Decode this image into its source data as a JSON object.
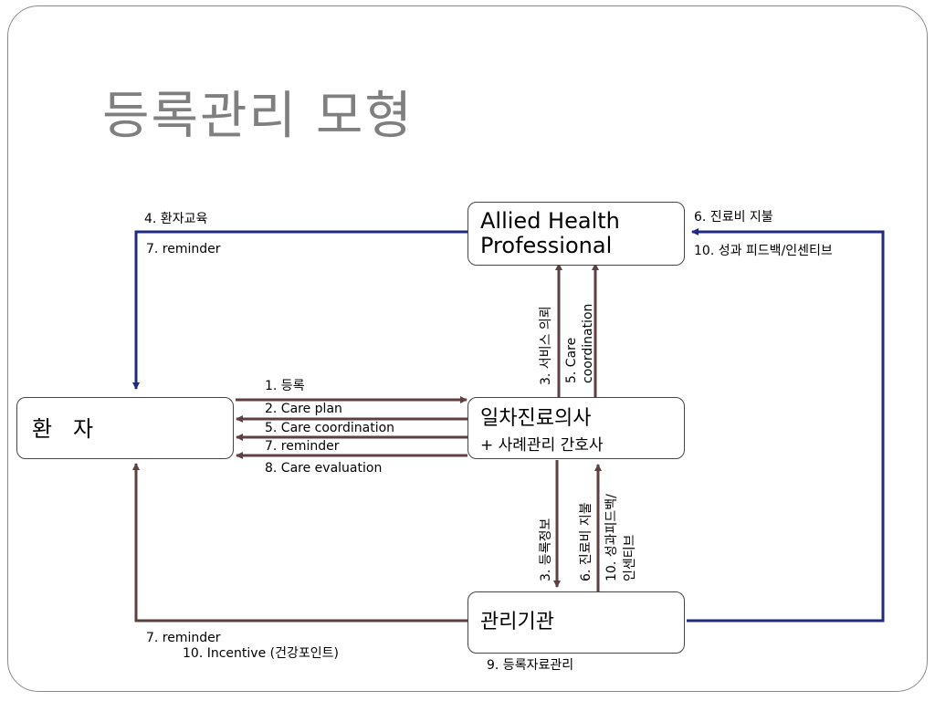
{
  "title": "등록관리 모형",
  "nodes": {
    "allied": {
      "line1": "Allied Health",
      "line2": "Professional"
    },
    "patient": {
      "label": "환   자"
    },
    "primary": {
      "line1": "일차진료의사",
      "line2": "+ 사례관리 간호사"
    },
    "agency": {
      "label": "관리기관"
    }
  },
  "labels": {
    "edu": "4. 환자교육",
    "reminder_top": "7. reminder",
    "pay_top": "6. 진료비 지불",
    "feedback_top": "10. 성과 피드백/인센티브",
    "reg": "1. 등록",
    "care_plan": "2. Care plan",
    "care_coord": "5. Care coordination",
    "reminder_mid": "7. reminder",
    "care_eval": "8. Care evaluation",
    "service_req": "3. 서비스 의뢰",
    "care_coord_v1": "5. Care",
    "care_coord_v2": "coordination",
    "reg_info": "3. 등록정보",
    "pay_v": "6. 진료비 지불",
    "feedback_v1": "10. 성과피드백/",
    "feedback_v2": "인센티브",
    "reminder_bottom": "7. reminder",
    "incentive": "10. Incentive (건강포인트)",
    "data_mgmt": "9. 등록자료관리"
  },
  "colors": {
    "blue": "#1f2a80",
    "brown": "#5e4040",
    "title": "#7f7f7f"
  }
}
